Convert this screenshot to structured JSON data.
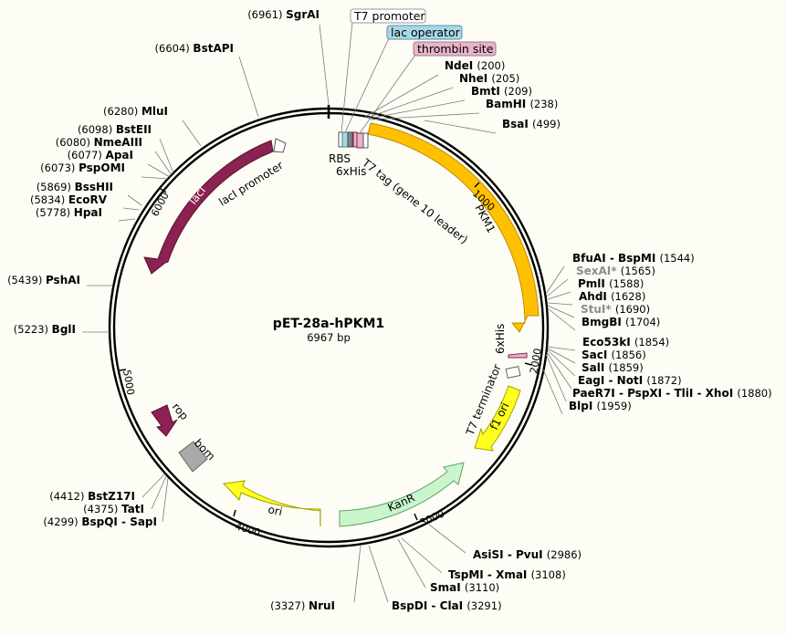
{
  "plasmid": {
    "name": "pET-28a-hPKM1",
    "size_label": "6967 bp"
  },
  "boxed_features": [
    {
      "key": "t7p",
      "label": "T7 promoter",
      "fill": "#ffffff",
      "stroke": "#9a9a9a"
    },
    {
      "key": "lac",
      "label": "lac operator",
      "fill": "#a8d8e8",
      "stroke": "#5a8fa0"
    },
    {
      "key": "thr",
      "label": "thrombin site",
      "fill": "#e8b4c8",
      "stroke": "#a07890"
    }
  ],
  "features": {
    "lacI": "lacI",
    "lacI_promoter": "lacI promoter",
    "PKM1": "PKM1",
    "T7_tag": "T7 tag (gene 10 leader)",
    "RBS": "RBS",
    "his_left": "6xHis",
    "his_right": "6xHis",
    "T7_terminator": "T7 terminator",
    "f1_ori": "f1 ori",
    "KanR": "KanR",
    "ori": "ori",
    "rop": "rop",
    "bom": "bom"
  },
  "feature_colors": {
    "lacI": "#8b2252",
    "PKM1": "#ffc000",
    "f1_ori": "#ffff20",
    "ori": "#ffff20",
    "KanR": "#c8f5cc",
    "rop": "#8b2252",
    "bom": "#a9a9a9",
    "lacI_promoter": "#ffffff",
    "T7_terminator": "#ffffff"
  },
  "ticks": [
    "1000",
    "2000",
    "3000",
    "4000",
    "5000",
    "6000"
  ],
  "sites": [
    {
      "name": "SgrAI",
      "pos": "6961",
      "pos_first": true
    },
    {
      "name": "BstAPI",
      "pos": "6604",
      "pos_first": true
    },
    {
      "name": "MluI",
      "pos": "6280",
      "pos_first": true
    },
    {
      "name": "BstEII",
      "pos": "6098",
      "pos_first": true
    },
    {
      "name": "NmeAIII",
      "pos": "6080",
      "pos_first": true
    },
    {
      "name": "ApaI",
      "pos": "6077",
      "pos_first": true
    },
    {
      "name": "PspOMI",
      "pos": "6073",
      "pos_first": true
    },
    {
      "name": "BssHII",
      "pos": "5869",
      "pos_first": true
    },
    {
      "name": "EcoRV",
      "pos": "5834",
      "pos_first": true
    },
    {
      "name": "HpaI",
      "pos": "5778",
      "pos_first": true
    },
    {
      "name": "PshAI",
      "pos": "5439",
      "pos_first": true
    },
    {
      "name": "BglI",
      "pos": "5223",
      "pos_first": true
    },
    {
      "name": "BstZ17I",
      "pos": "4412",
      "pos_first": true
    },
    {
      "name": "TatI",
      "pos": "4375",
      "pos_first": true
    },
    {
      "name": "BspQI - SapI",
      "pos": "4299",
      "pos_first": true
    },
    {
      "name": "NruI",
      "pos": "3327",
      "pos_first": true
    },
    {
      "name": "NdeI",
      "pos": "200",
      "pos_first": false
    },
    {
      "name": "NheI",
      "pos": "205",
      "pos_first": false
    },
    {
      "name": "BmtI",
      "pos": "209",
      "pos_first": false
    },
    {
      "name": "BamHI",
      "pos": "238",
      "pos_first": false
    },
    {
      "name": "BsaI",
      "pos": "499",
      "pos_first": false
    },
    {
      "name": "BfuAI - BspMI",
      "pos": "1544",
      "pos_first": false
    },
    {
      "name": "SexAI*",
      "pos": "1565",
      "pos_first": false,
      "dim": true
    },
    {
      "name": "PmlI",
      "pos": "1588",
      "pos_first": false
    },
    {
      "name": "AhdI",
      "pos": "1628",
      "pos_first": false
    },
    {
      "name": "StuI*",
      "pos": "1690",
      "pos_first": false,
      "dim": true
    },
    {
      "name": "BmgBI",
      "pos": "1704",
      "pos_first": false
    },
    {
      "name": "Eco53kI",
      "pos": "1854",
      "pos_first": false
    },
    {
      "name": "SacI",
      "pos": "1856",
      "pos_first": false
    },
    {
      "name": "SalI",
      "pos": "1859",
      "pos_first": false
    },
    {
      "name": "EagI - NotI",
      "pos": "1872",
      "pos_first": false
    },
    {
      "name": "PaeR7I - PspXI - TliI - XhoI",
      "pos": "1880",
      "pos_first": false
    },
    {
      "name": "BlpI",
      "pos": "1959",
      "pos_first": false
    },
    {
      "name": "AsiSI - PvuI",
      "pos": "2986",
      "pos_first": false
    },
    {
      "name": "TspMI - XmaI",
      "pos": "3108",
      "pos_first": false
    },
    {
      "name": "SmaI",
      "pos": "3110",
      "pos_first": false
    },
    {
      "name": "BspDI - ClaI",
      "pos": "3291",
      "pos_first": false
    }
  ]
}
